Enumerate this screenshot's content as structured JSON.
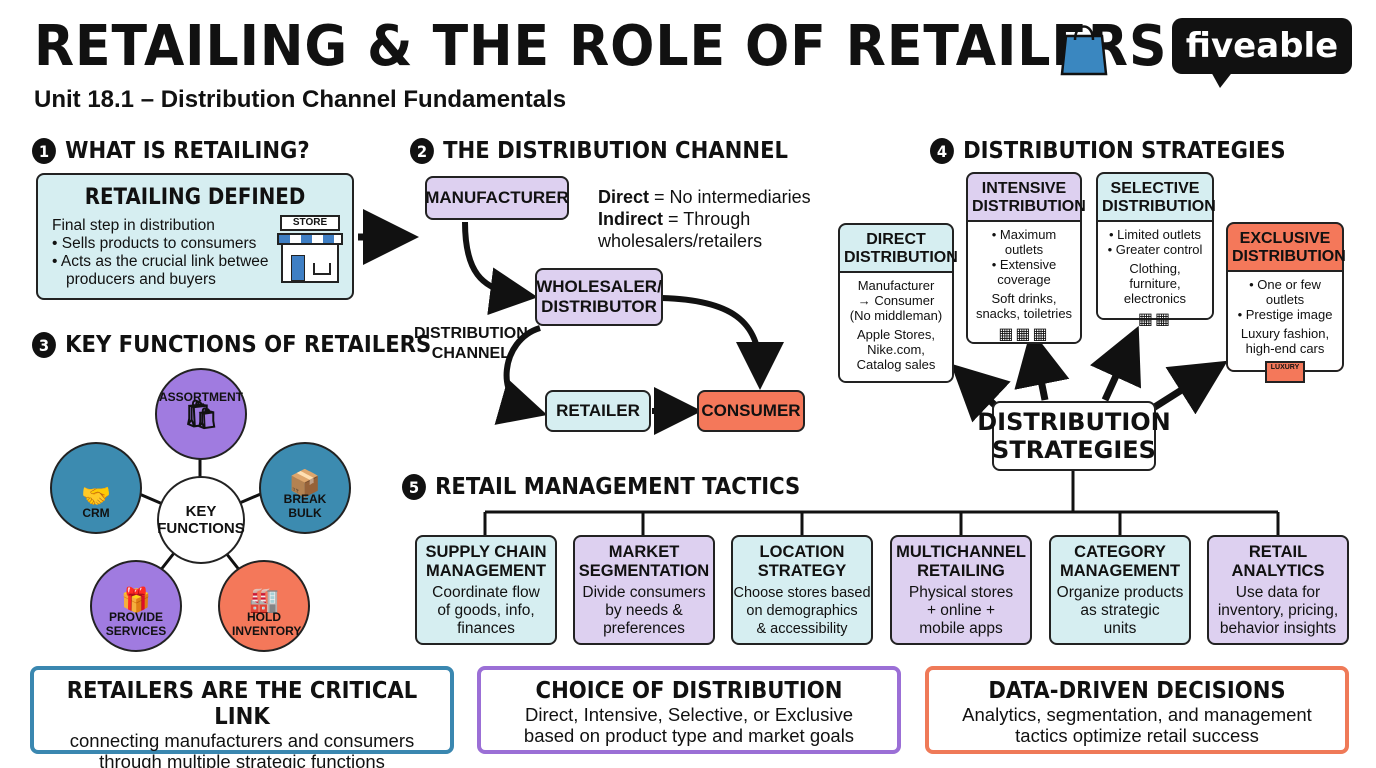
{
  "header": {
    "title": "RETAILING & THE ROLE OF RETAILERS",
    "subtitle": "Unit 18.1 – Distribution Channel Fundamentals",
    "brand": "fiveable"
  },
  "section1": {
    "num": "1",
    "heading": "WHAT IS RETAILING?",
    "box_title": "RETAILING DEFINED",
    "lines": [
      "Final step in distribution",
      "• Sells products to consumers",
      "• Acts as the crucial link betwee",
      "  producers and buyers"
    ],
    "store_sign": "STORE"
  },
  "section2": {
    "num": "2",
    "heading": "THE DISTRIBUTION CHANNEL",
    "manufacturer": "MANUFACTURER",
    "wholesaler_line1": "WHOLESALER/",
    "wholesaler_line2": "DISTRIBUTOR",
    "retailer": "RETAILER",
    "consumer": "CONSUMER",
    "channel_label_line1": "DISTRIBUTION",
    "channel_label_line2": "CHANNEL",
    "direct_term": "Direct",
    "direct_def": " = No intermediaries",
    "indirect_term": "Indirect",
    "indirect_def": " = Through",
    "indirect_def2": "wholesalers/retailers"
  },
  "section3": {
    "num": "3",
    "heading": "KEY FUNCTIONS OF RETAILERS",
    "center_line1": "KEY",
    "center_line2": "FUNCTIONS",
    "functions": [
      "ASSORTMENT",
      "BREAK BULK",
      "HOLD INVENTORY",
      "PROVIDE SERVICES",
      "CRM"
    ]
  },
  "section4": {
    "num": "4",
    "heading": "DISTRIBUTION STRATEGIES",
    "hub_line1": "DISTRIBUTION",
    "hub_line2": "STRATEGIES",
    "strategies": [
      {
        "title1": "DIRECT",
        "title2": "DISTRIBUTION",
        "body": [
          "Manufacturer",
          "→ Consumer",
          "(No middleman)",
          "Apple Stores,",
          "Nike.com,",
          "Catalog sales"
        ]
      },
      {
        "title1": "INTENSIVE",
        "title2": "DISTRIBUTION",
        "body": [
          "• Maximum outlets",
          "• Extensive",
          "coverage",
          "Soft drinks,",
          "snacks, toiletries"
        ]
      },
      {
        "title1": "SELECTIVE",
        "title2": "DISTRIBUTION",
        "body": [
          "• Limited outlets",
          "• Greater control",
          "Clothing,",
          "furniture, electronics"
        ]
      },
      {
        "title1": "EXCLUSIVE",
        "title2": "DISTRIBUTION",
        "body": [
          "• One or few outlets",
          "• Prestige image",
          "Luxury fashion,",
          "high-end cars"
        ],
        "sign": "LUXURY"
      }
    ],
    "colors": {
      "teal": "#d6eef1",
      "purple": "#ddd0f0",
      "orange": "#f4785a"
    }
  },
  "section5": {
    "num": "5",
    "heading": "RETAIL MANAGEMENT TACTICS",
    "tactics": [
      {
        "h1": "SUPPLY CHAIN",
        "h2": "MANAGEMENT",
        "b": [
          "Coordinate flow",
          "of goods, info,",
          "finances"
        ]
      },
      {
        "h1": "MARKET",
        "h2": "SEGMENTATION",
        "b": [
          "Divide consumers",
          "by needs &",
          "preferences"
        ]
      },
      {
        "h1": "LOCATION",
        "h2": "STRATEGY",
        "b": [
          "Choose stores based",
          "on demographics",
          "& accessibility"
        ]
      },
      {
        "h1": "MULTICHANNEL",
        "h2": "RETAILING",
        "b": [
          "Physical stores",
          "+ online +",
          "mobile apps"
        ]
      },
      {
        "h1": "CATEGORY",
        "h2": "MANAGEMENT",
        "b": [
          "Organize products",
          "as strategic",
          "units"
        ]
      },
      {
        "h1": "RETAIL",
        "h2": "ANALYTICS",
        "b": [
          "Use data for",
          "inventory, pricing,",
          "behavior insights"
        ]
      }
    ]
  },
  "footer": [
    {
      "title": "RETAILERS ARE THE CRITICAL LINK",
      "l1": "connecting manufacturers and consumers",
      "l2": "through multiple strategic functions",
      "color": "#3a87b0"
    },
    {
      "title": "CHOICE OF DISTRIBUTION",
      "l1": "Direct, Intensive, Selective, or Exclusive",
      "l2": "based on product type and market goals",
      "color": "#9b6fd6"
    },
    {
      "title": "DATA-DRIVEN DECISIONS",
      "l1": "Analytics, segmentation, and management",
      "l2": "tactics optimize retail success",
      "color": "#ef7a58"
    }
  ]
}
